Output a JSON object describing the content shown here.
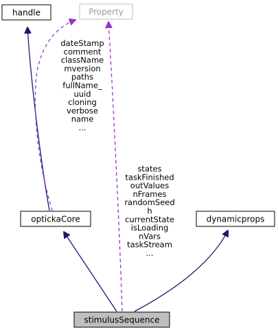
{
  "colors": {
    "inheritance": "#191970",
    "usage": "#9a32cd",
    "node_border": "#000000",
    "external_border": "#bfbfbf",
    "highlight_fill": "#bfbfbf"
  },
  "nodes": {
    "handle": "handle",
    "property": "Property",
    "opticka_core": "optickaCore",
    "dynamicprops": "dynamicprops",
    "stimulus_sequence": "stimulusSequence"
  },
  "edges": {
    "core_property_label": [
      "dateStamp",
      "comment",
      "className",
      "mversion",
      "paths",
      "fullName_",
      "uuid",
      "cloning",
      "verbose",
      "name",
      "..."
    ],
    "stim_property_label": [
      "states",
      "taskFinished",
      "outValues",
      "nFrames",
      "randomSeed",
      "h",
      "currentState",
      "isLoading",
      "nVars",
      "taskStream",
      "..."
    ]
  }
}
